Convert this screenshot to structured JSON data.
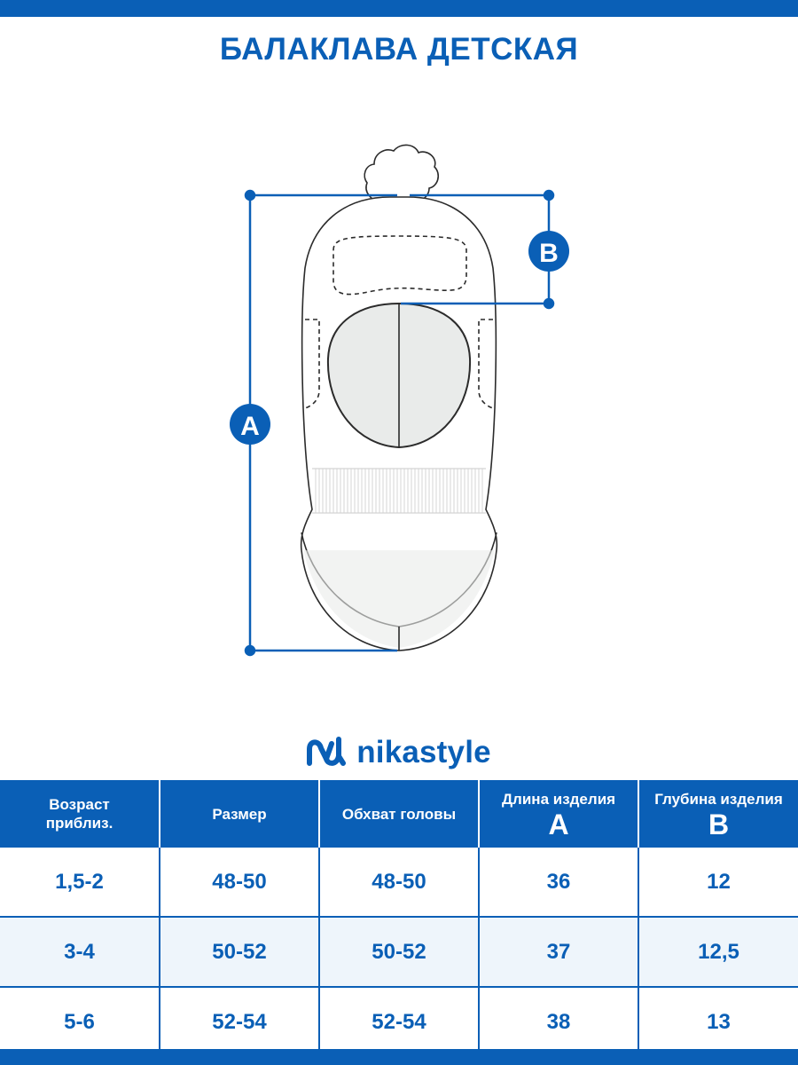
{
  "title": "БАЛАКЛАВА ДЕТСКАЯ",
  "diagram": {
    "label_a": "A",
    "label_b": "B"
  },
  "brand": {
    "name": "nikastyle",
    "logo_icon": "wave-n-logo-icon"
  },
  "table": {
    "headers": [
      {
        "line1": "Возраст",
        "line2": "приблиз.",
        "letter": ""
      },
      {
        "line1": "Размер",
        "line2": "",
        "letter": ""
      },
      {
        "line1": "Обхват головы",
        "line2": "",
        "letter": ""
      },
      {
        "line1": "Длина изделия",
        "line2": "",
        "letter": "A"
      },
      {
        "line1": "Глубина изделия",
        "line2": "",
        "letter": "B"
      }
    ],
    "rows": [
      [
        "1,5-2",
        "48-50",
        "48-50",
        "36",
        "12"
      ],
      [
        "3-4",
        "50-52",
        "50-52",
        "37",
        "12,5"
      ],
      [
        "5-6",
        "52-54",
        "52-54",
        "38",
        "13"
      ]
    ]
  },
  "colors": {
    "brand_blue": "#0a5fb6",
    "row_alt": "#eef5fb",
    "drawing_stroke": "#2b2b2b",
    "face_fill": "#e9ebea"
  }
}
